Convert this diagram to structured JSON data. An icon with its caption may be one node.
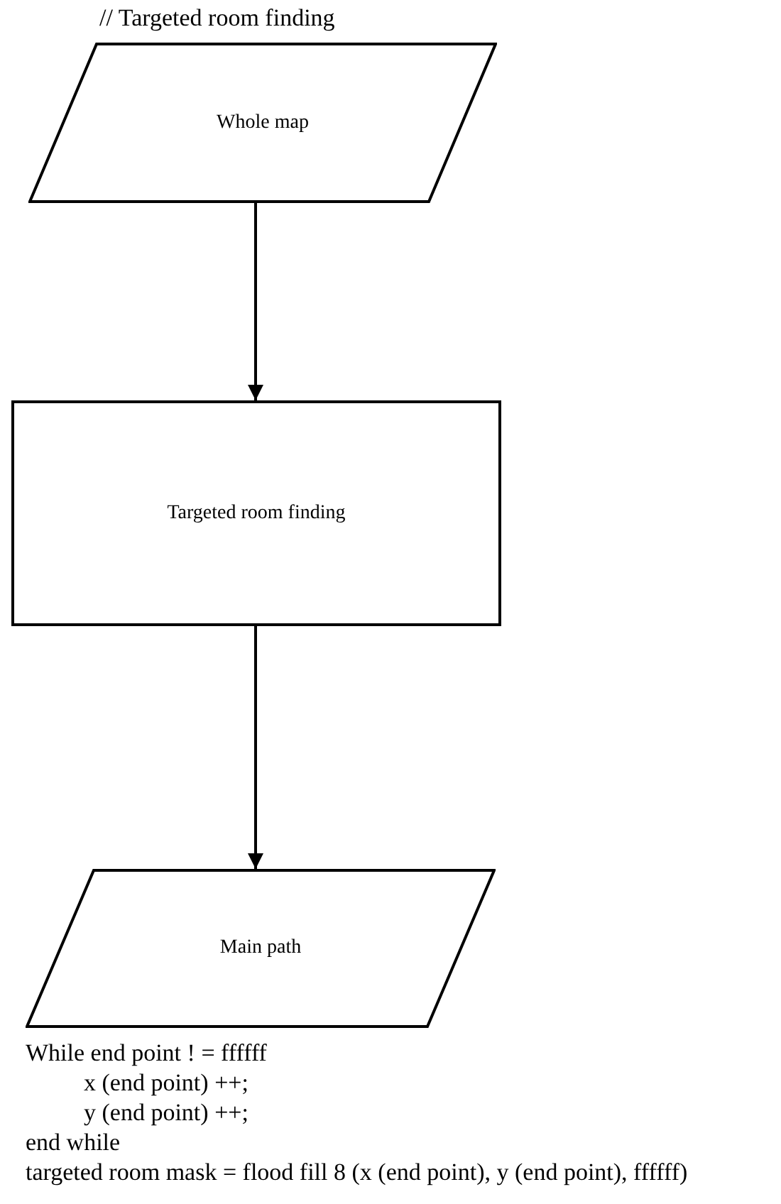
{
  "diagram": {
    "title": "// Targeted room finding",
    "nodes": [
      {
        "text": [
          "Whole map"
        ]
      },
      {
        "text": [
          "Targeted room finding"
        ]
      },
      {
        "text": [
          "Main path"
        ]
      }
    ],
    "edges": [
      {
        "from": 0,
        "to": 1,
        "arrow": "to"
      },
      {
        "from": 1,
        "to": 2,
        "arrow": "to"
      }
    ],
    "labels": [
      "While end point ! = ffffff",
      "x (end point) ++;",
      "y (end point) ++;",
      "end while",
      "targeted room mask = flood fill 8 (x (end point), y (end point), ffffff)"
    ]
  }
}
